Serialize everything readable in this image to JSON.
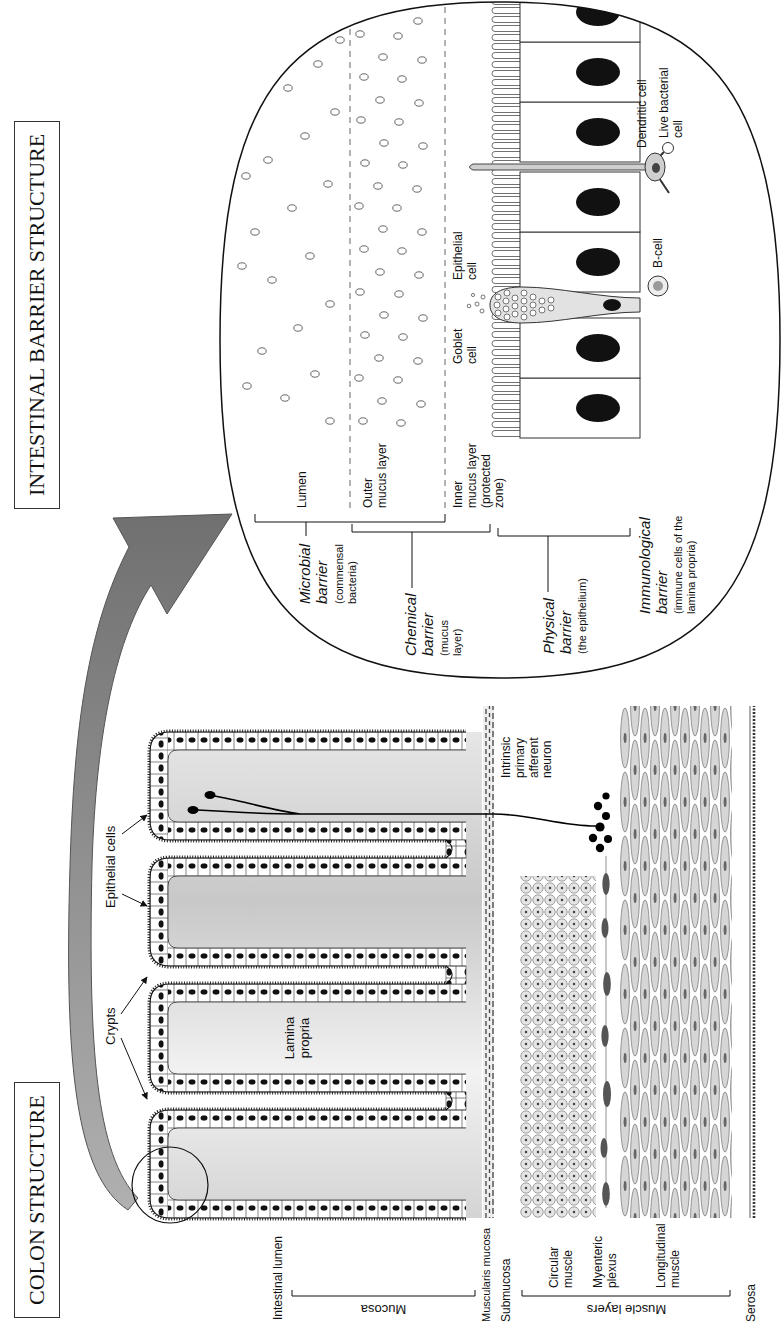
{
  "diagram": {
    "nodes": [
      {
        "text": [
          "COLON STRUCTURE"
        ]
      },
      {
        "text": [
          "INTESTINAL BARRIER STRUCTURE"
        ]
      },
      {
        "text": [
          "Microbial barrier",
          "(commensal bacteria)",
          "Lumen",
          "Outer mucus layer",
          "Chemical barrier",
          "(mucus layer)",
          "Inner mucus layer (protected zone)",
          "Goblet cell",
          "Epithelial cell",
          "Physical barrier",
          "(the epithelium)",
          "Dendritic cell",
          "Live bacterial cell",
          "B-cell",
          "Immunological barrier",
          "(immune cells of the lamina propria)"
        ]
      }
    ],
    "labels": [
      "Intestinal lumen",
      "Crypts",
      "Epithelial cells",
      "Lamina propria",
      "Mucosa",
      "Muscularis mucosa",
      "Submucosa",
      "Muscle layers",
      "Circular muscle",
      "Myenteric plexus",
      "Longitudinal muscle",
      "Serosa",
      "Intrinsic primary afferent neuron"
    ]
  }
}
